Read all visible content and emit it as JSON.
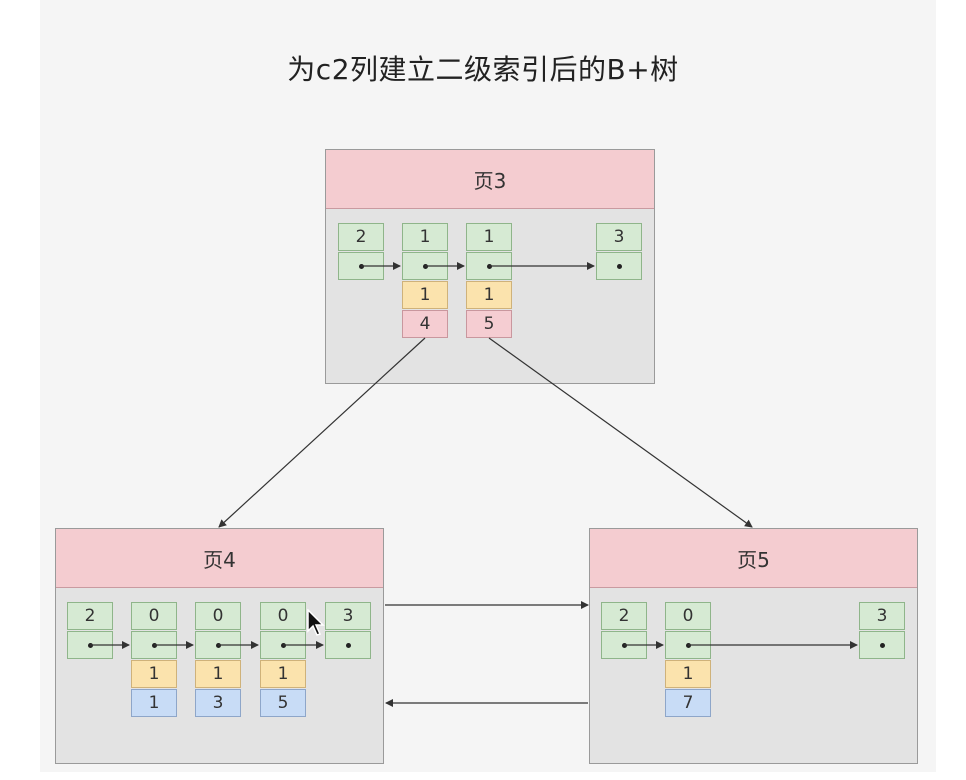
{
  "title": "为c2列建立二级索引后的B+树",
  "pages": [
    {
      "name": "页3",
      "records": [
        {
          "c2": "2"
        },
        {
          "c2": "1",
          "c3": "1",
          "page": "4"
        },
        {
          "c2": "1",
          "c3": "1",
          "page": "5"
        },
        {
          "c2": "3"
        }
      ]
    },
    {
      "name": "页4",
      "records": [
        {
          "c2": "2"
        },
        {
          "c2": "0",
          "c3": "1",
          "c1": "1"
        },
        {
          "c2": "0",
          "c3": "1",
          "c1": "3"
        },
        {
          "c2": "0",
          "c3": "1",
          "c1": "5"
        },
        {
          "c2": "3"
        }
      ]
    },
    {
      "name": "页5",
      "records": [
        {
          "c2": "2"
        },
        {
          "c2": "0",
          "c3": "1",
          "c1": "7"
        },
        {
          "c2": "3"
        }
      ]
    }
  ],
  "colors": {
    "header": "#f4ccd0",
    "record_key": "#d6ead3",
    "c3_value": "#fbe3ad",
    "page_number": "#f5cdd2",
    "primary_key": "#c8dcf6"
  },
  "icons": {
    "cursor": "mouse-pointer-icon"
  }
}
